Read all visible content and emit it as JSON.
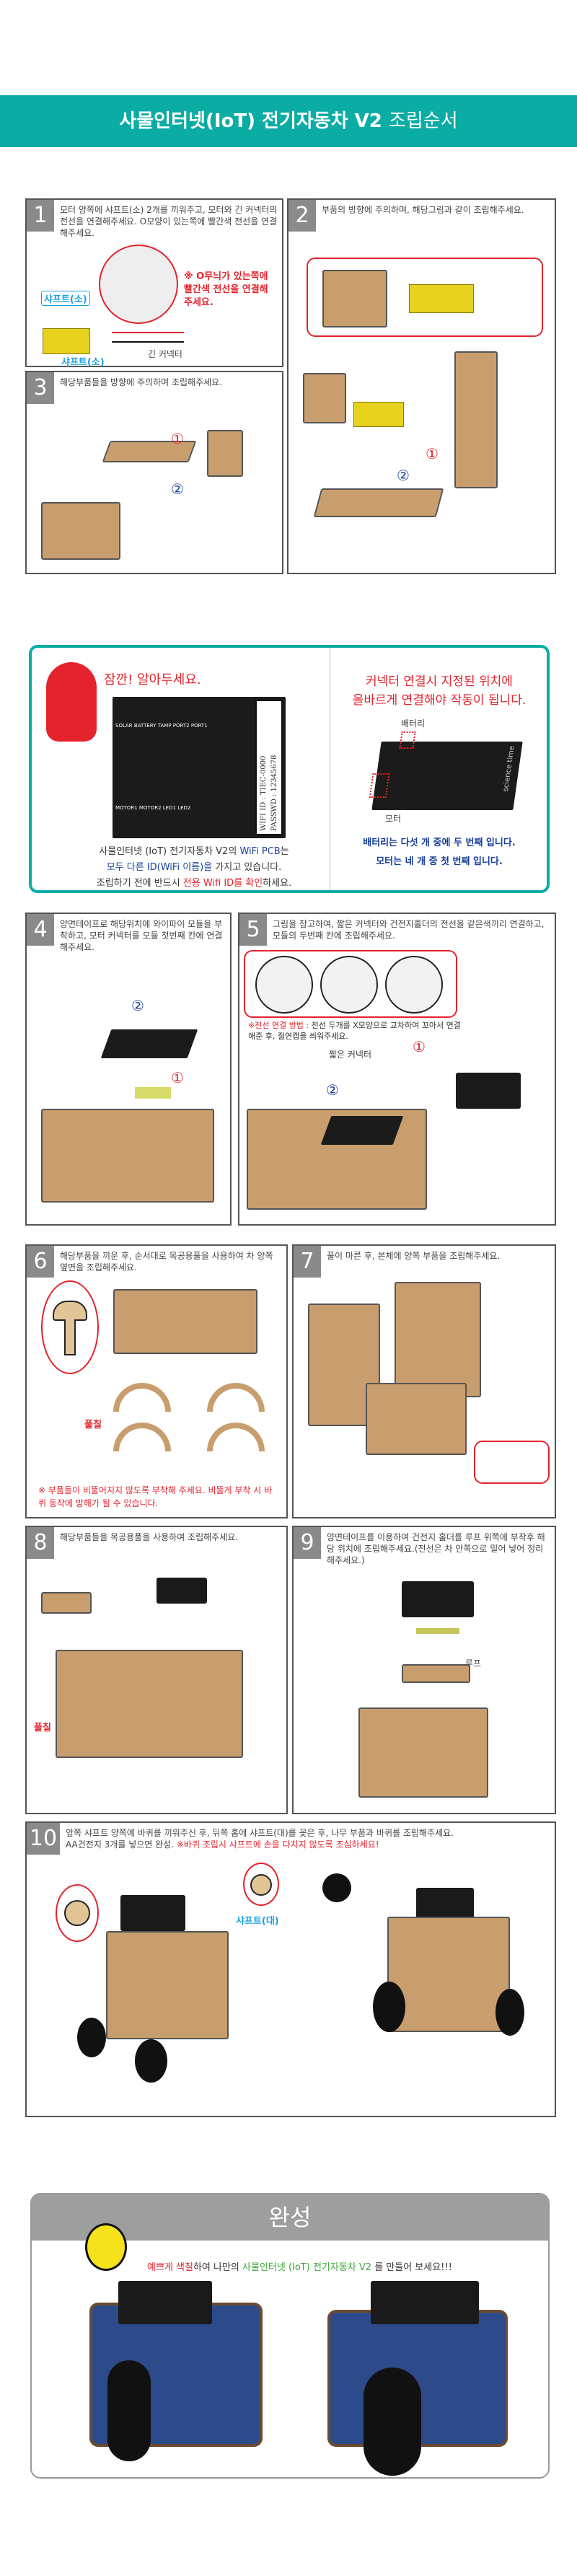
{
  "header": {
    "title_bold": "사물인터넷(IoT) 전기자동차 V2",
    "title_light": "조립순서"
  },
  "steps": [
    {
      "num": "1",
      "text": "모터 양쪽에 샤프트(소) 2개를 끼워주고, 모터와 긴 커넥터의 전선을 연결해주세요. O모양이 있는쪽에 빨간색 전선을 연결해주세요.",
      "note": "※ O무늬가 있는쪽에 빨간색 전선을 연결해 주세요.",
      "labels": {
        "shaft_top": "샤프트(소)",
        "shaft_bottom": "샤프트(소)",
        "long_connector": "긴 커넥터"
      }
    },
    {
      "num": "2",
      "text": "부품의 방향에 주의하며, 해당그림과 같이 조립해주세요.",
      "marks": [
        "①",
        "②"
      ]
    },
    {
      "num": "3",
      "text": "해당부품들을 방향에 주의하며 조립해주세요.",
      "marks": [
        "①",
        "②"
      ]
    },
    {
      "num": "4",
      "text": "양면테이프로 해당위치에 와이파이 모듈을 부착하고, 모터 커넥터를 모듈 첫번째 칸에 연결해주세요.",
      "marks": [
        "②",
        "①"
      ]
    },
    {
      "num": "5",
      "text": "그림을 참고하여, 짧은 커넥터와 건전지홀더의 전선을 같은색끼리 연결하고, 모듈의 두번째 칸에 조립해주세요.",
      "note_title": "※전선 연결 방법 :",
      "note_body": "전선 두개를 X모양으로 교차하여 꼬아서 연결해준 후, 절연캡을 씌워주세요.",
      "labels": {
        "short_connector": "짧은 커넥터"
      },
      "marks": [
        "①",
        "②"
      ]
    },
    {
      "num": "6",
      "text": "해당부품을 끼운 후, 순서대로 목공용풀을 사용하여 차 양쪽 옆면을 조립해주세요.",
      "glue": "풀칠",
      "note": "※ 부품들이 비뚤어지지 않도록 부착해 주세요. 비뚤게 부착 시 바퀴 동작에 방해가 될 수 있습니다."
    },
    {
      "num": "7",
      "text": "풀이 마른 후, 본체에 양쪽 부품을 조립해주세요."
    },
    {
      "num": "8",
      "text": "해당부품들을 목공용풀을 사용하여 조립해주세요.",
      "glue": "풀칠"
    },
    {
      "num": "9",
      "text": "양면테이프를 이용하여 건전지 홀더를 루프 위쪽에 부착후 해당 위치에 조립해주세요.(전선은 차 안쪽으로 밀어 넣어 정리해주세요.)",
      "labels": {
        "roof": "루프"
      }
    },
    {
      "num": "10",
      "text": "앞쪽 샤프트 양쪽에 바퀴를 끼워주신 후, 뒤쪽 홈에 샤프트(대)를 꽂은 후, 나무 부품과 바퀴를 조립해주세요.",
      "text2": "AA건전지 3개를 넣으면 완성.",
      "warning": "※바퀴 조립시 샤프트에 손을 다치지 않도록 조심하세요!",
      "labels": {
        "shaft_large": "샤프트(대)"
      }
    }
  ],
  "notice": {
    "heading": "잠깐! 알아두세요.",
    "pcb_wifi_id": "WIFI ID : TIEC-0000",
    "pcb_passwd": "PASSWD : 12345678",
    "pcb_labels": [
      "SOLAR",
      "BATTERY",
      "TAMP",
      "PORT2",
      "PORT1",
      "MOTOR1",
      "MOTOR2",
      "LED1",
      "LED2"
    ],
    "line1_a": "사물인터넷 (IoT) 전기자동차 V2의 ",
    "line1_b": "WiFi PCB",
    "line1_c": "는",
    "line2_a": "모두 다른 ID(WiFi 이름)을",
    "line2_b": " 가지고 있습니다.",
    "line3_a": "조립하기 전에 반드시 ",
    "line3_b": "전용 Wifi ID를 확인",
    "line3_c": "하세요.",
    "right_heading_1": "커넥터 연결시 지정된 위치에",
    "right_heading_2": "올바르게 연결해야 작동이 됩니다.",
    "battery_label": "배터리",
    "motor_label": "모터",
    "board_brand": "science time",
    "right_line1": "배터리는 다섯 개 중에 두 번째 입니다.",
    "right_line2": "모터는 네 개 중 첫 번째 입니다."
  },
  "done": {
    "title": "완성",
    "msg_a": "예쁘게 색칠",
    "msg_b": "하여 나만의 ",
    "msg_c": "사물인터넷 (IoT) 전기자동차 V2",
    "msg_d": " 를 만들어 보세요!!!"
  },
  "colors": {
    "accent": "#0aaca4",
    "red": "#e4232d",
    "blue": "#1a3f9c",
    "green": "#3aa635"
  }
}
